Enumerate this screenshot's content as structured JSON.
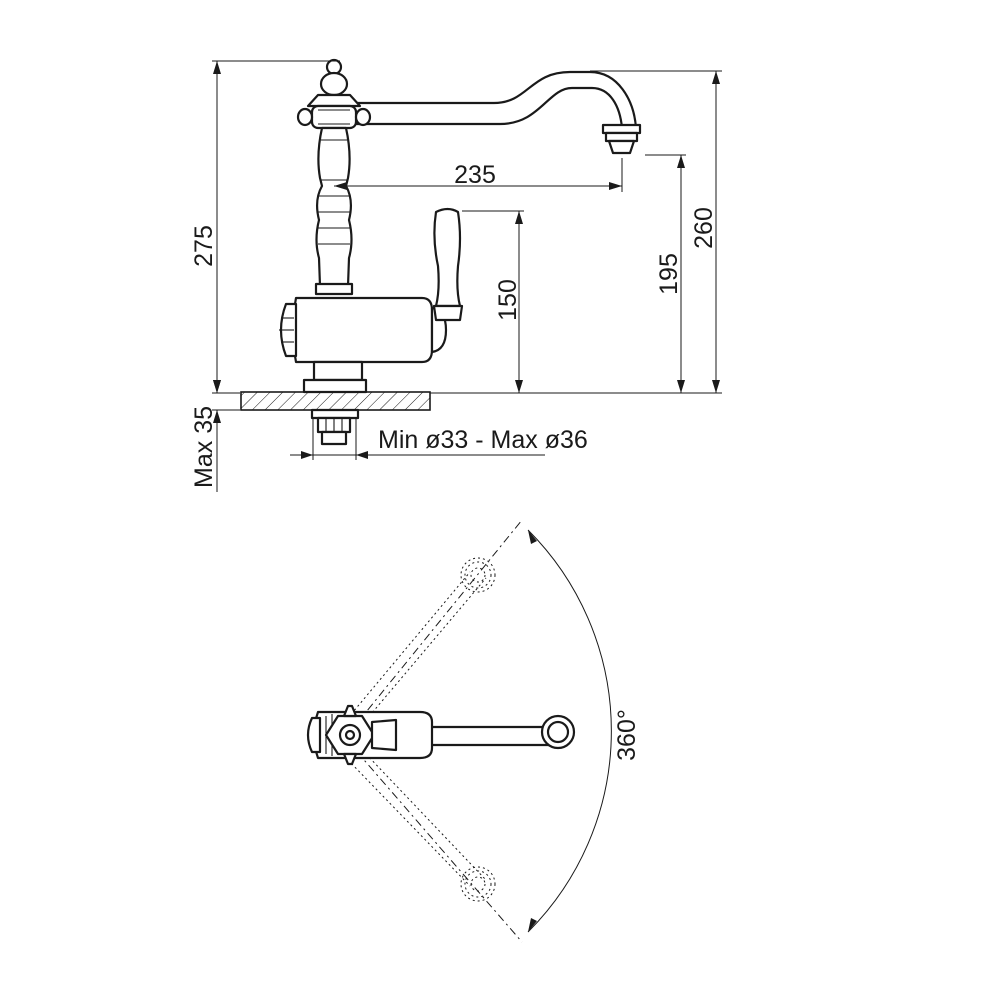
{
  "dimensions": {
    "total_height": "275",
    "spout_reach": "235",
    "handle_height": "150",
    "spout_outlet_height": "195",
    "spout_top_height": "260",
    "deck_thickness": "Max 35",
    "hole_diameter": "Min ø33 - Max ø36",
    "rotation": "360°"
  }
}
